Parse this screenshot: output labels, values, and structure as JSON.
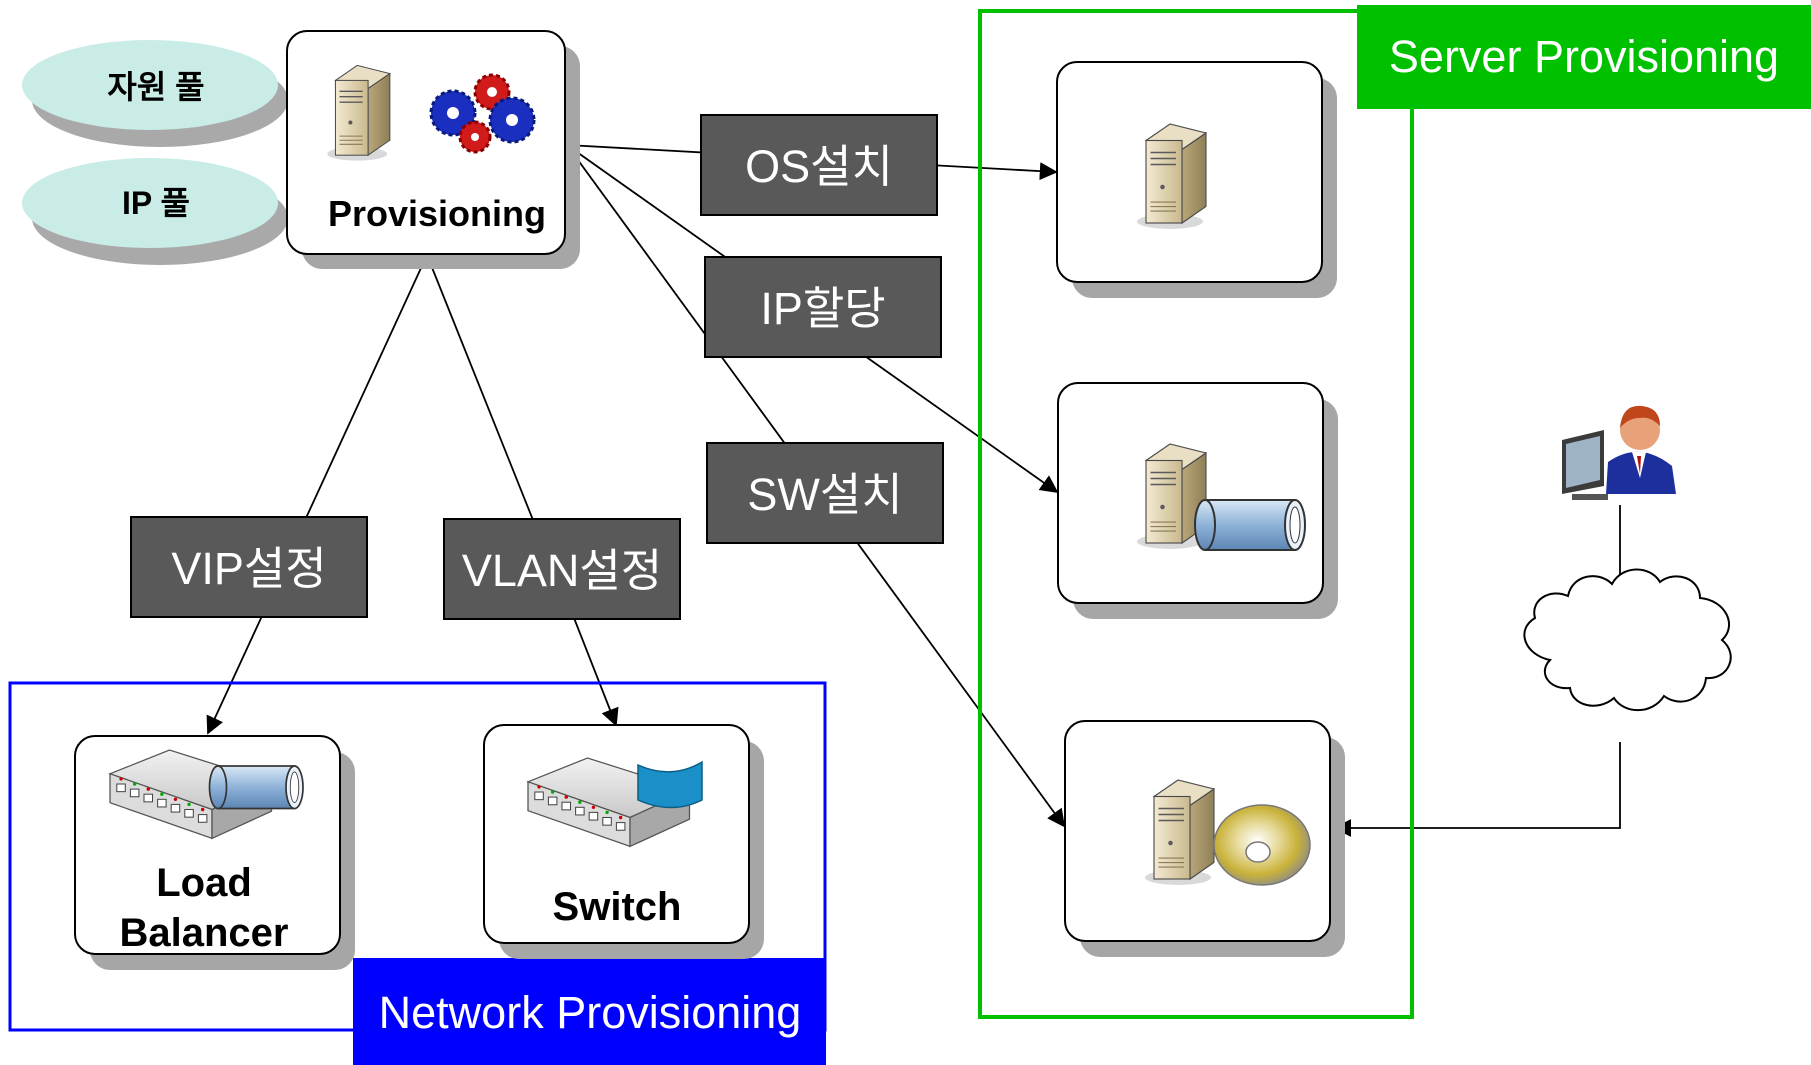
{
  "pools": [
    {
      "label": "자원 풀"
    },
    {
      "label": "IP 풀"
    }
  ],
  "provisioning": {
    "label": "Provisioning"
  },
  "actions": {
    "os_install": "OS설치",
    "ip_assign": "IP할당",
    "sw_install": "SW설치",
    "vip_config": "VIP설정",
    "vlan_config": "VLAN설정"
  },
  "server_group": {
    "title": "Server Provisioning"
  },
  "network_group": {
    "title": "Network Provisioning"
  },
  "devices": {
    "load_balancer_line1": "Load",
    "load_balancer_line2": "Balancer",
    "switch": "Switch"
  },
  "colors": {
    "server_group": "#00c000",
    "network_group": "#0000ff",
    "action_box": "#595959",
    "pool_fill": "#c9ece6",
    "pool_shadow": "#a9a9a9"
  },
  "icons": [
    "server-icon",
    "gears-icon",
    "storage-cylinder-icon",
    "cd-disc-icon",
    "network-switch-icon",
    "cloud-icon",
    "user-workstation-icon"
  ]
}
